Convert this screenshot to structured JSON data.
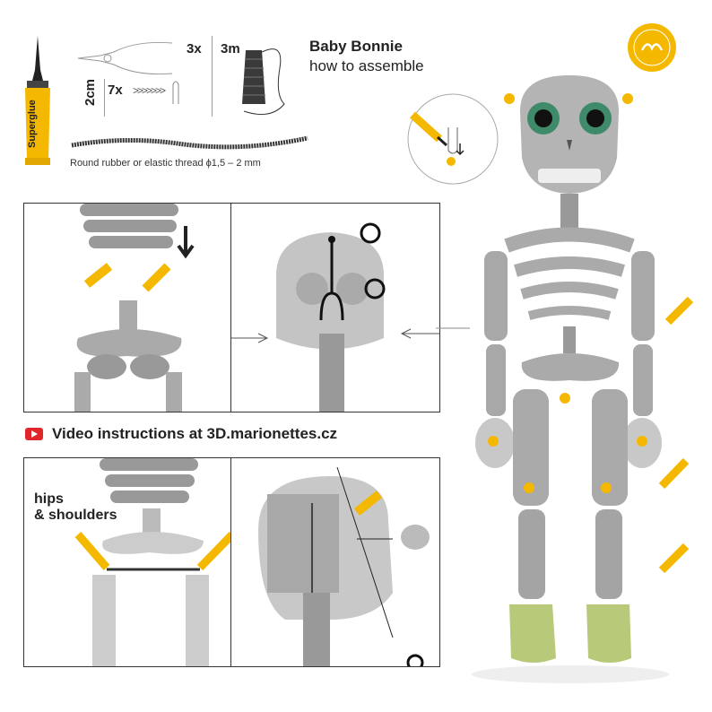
{
  "header": {
    "title": "Baby Bonnie",
    "subtitle": "how to assemble"
  },
  "materials": {
    "glue_label": "Superglue",
    "pins_count": "7x",
    "pin_length": "2cm",
    "thread_count": "3x",
    "thread_length": "3m",
    "thread_caption": "Round rubber or elastic thread  ϕ1,5 – 2 mm"
  },
  "video": {
    "text": "Video instructions at 3D.marionettes.cz"
  },
  "panels": {
    "hips_label_line1": "hips",
    "hips_label_line2": "& shoulders"
  },
  "colors": {
    "accent_yellow": "#f5b800",
    "bone_gray": "#a9a9a9",
    "shoe_green": "#b8c97a",
    "eye_green": "#3f8a6a",
    "youtube_red": "#e0262b"
  },
  "icons": [
    "glue-tube-icon",
    "pliers-icon",
    "pin-icon",
    "thread-spool-icon",
    "youtube-icon",
    "knot-icon",
    "arrow-icon",
    "logo-seal-icon"
  ]
}
